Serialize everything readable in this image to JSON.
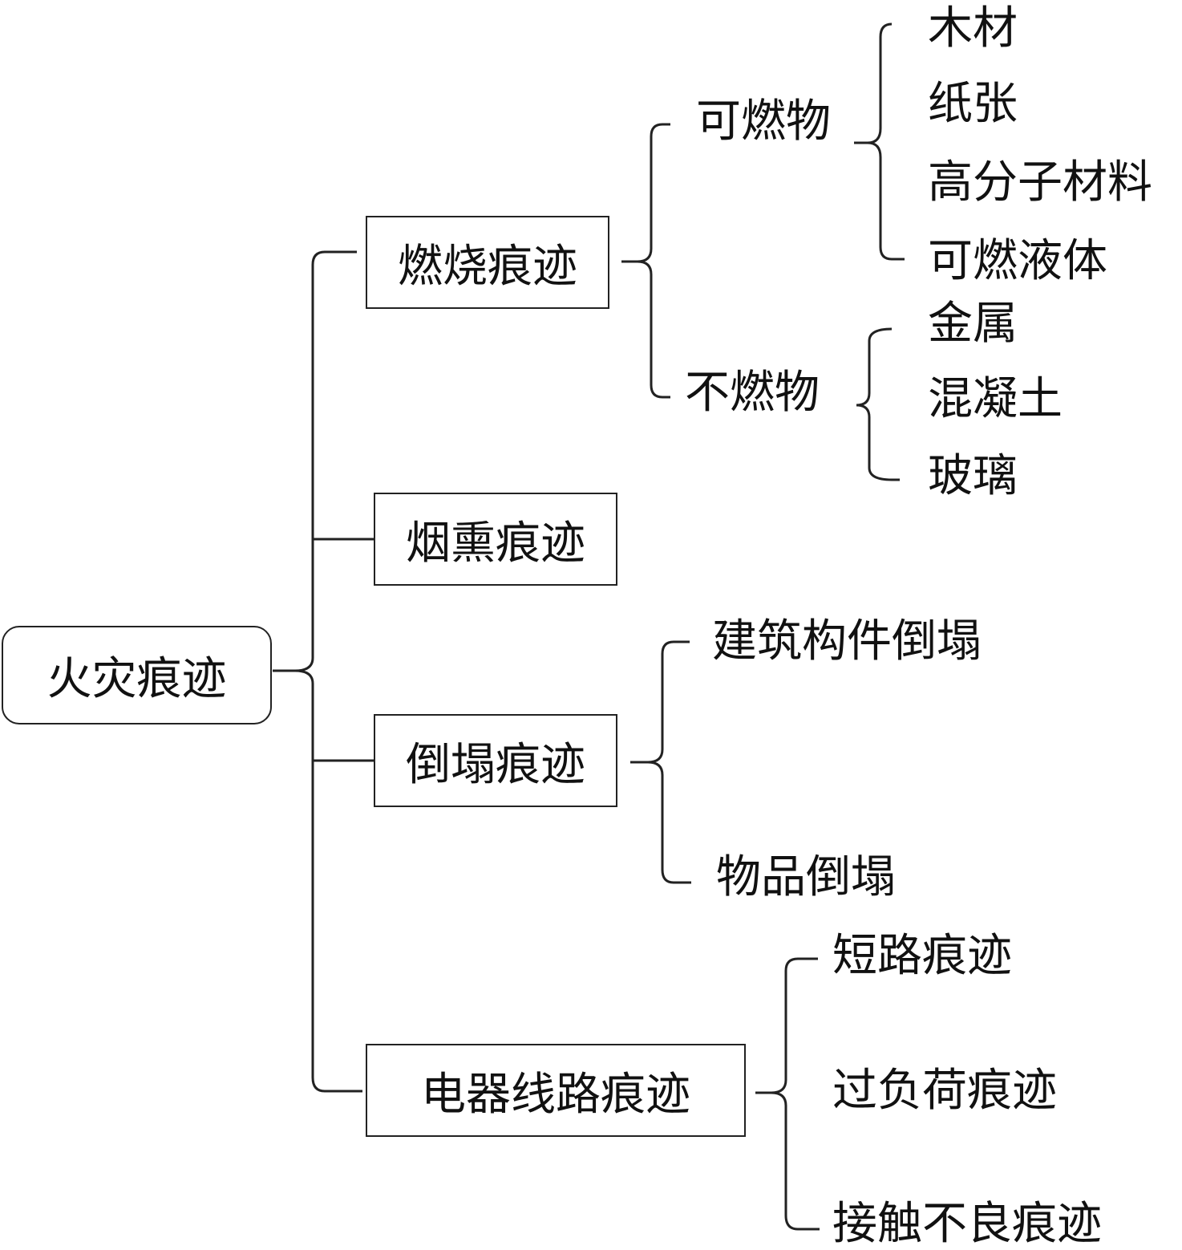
{
  "root": "火灾痕迹",
  "categories": {
    "burn": "燃烧痕迹",
    "smoke": "烟熏痕迹",
    "collapse": "倒塌痕迹",
    "electric": "电器线路痕迹"
  },
  "burn": {
    "combustible": {
      "label": "可燃物",
      "items": [
        "木材",
        "纸张",
        "高分子材料",
        "可燃液体"
      ]
    },
    "noncombustible": {
      "label": "不燃物",
      "items": [
        "金属",
        "混凝土",
        "玻璃"
      ]
    }
  },
  "collapse": {
    "items": [
      "建筑构件倒塌",
      "物品倒塌"
    ]
  },
  "electric": {
    "items": [
      "短路痕迹",
      "过负荷痕迹",
      "接触不良痕迹"
    ]
  }
}
